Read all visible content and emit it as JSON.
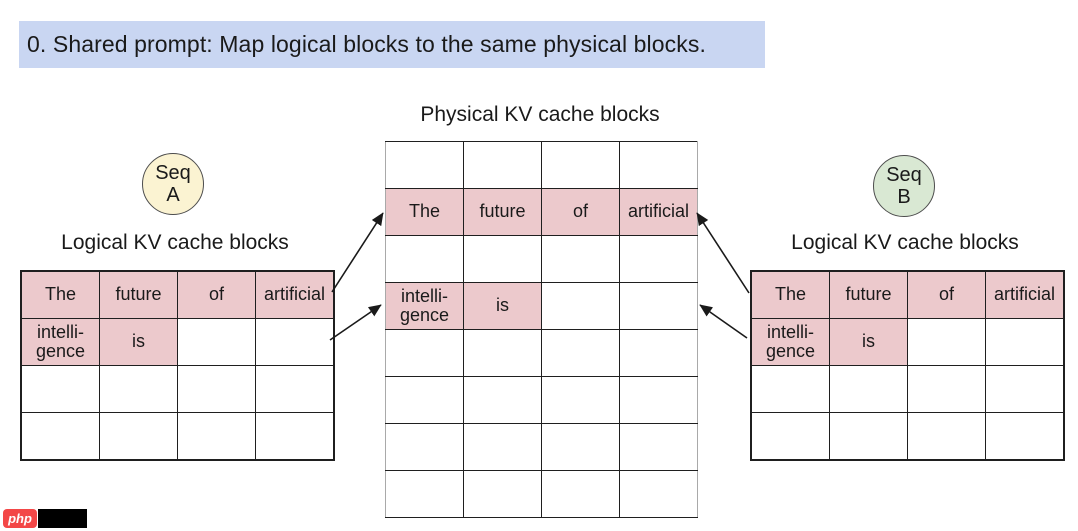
{
  "banner": {
    "text": "0. Shared prompt: Map logical blocks to the same physical blocks."
  },
  "labels": {
    "physical": "Physical KV cache blocks",
    "logical_left": "Logical KV cache blocks",
    "logical_right": "Logical KV cache blocks"
  },
  "seq_a": {
    "line1": "Seq",
    "line2": "A"
  },
  "seq_b": {
    "line1": "Seq",
    "line2": "B"
  },
  "tables": {
    "logical_a": {
      "rows": [
        [
          {
            "t": "The",
            "f": true
          },
          {
            "t": "future",
            "f": true
          },
          {
            "t": "of",
            "f": true
          },
          {
            "t": "artificial",
            "f": true
          }
        ],
        [
          {
            "t": "intelli-\ngence",
            "f": true
          },
          {
            "t": "is",
            "f": true
          },
          {
            "t": "",
            "f": false
          },
          {
            "t": "",
            "f": false
          }
        ],
        [
          {
            "t": "",
            "f": false
          },
          {
            "t": "",
            "f": false
          },
          {
            "t": "",
            "f": false
          },
          {
            "t": "",
            "f": false
          }
        ],
        [
          {
            "t": "",
            "f": false
          },
          {
            "t": "",
            "f": false
          },
          {
            "t": "",
            "f": false
          },
          {
            "t": "",
            "f": false
          }
        ]
      ]
    },
    "physical": {
      "rows": [
        [
          {
            "t": "",
            "f": false
          },
          {
            "t": "",
            "f": false
          },
          {
            "t": "",
            "f": false
          },
          {
            "t": "",
            "f": false
          }
        ],
        [
          {
            "t": "The",
            "f": true
          },
          {
            "t": "future",
            "f": true
          },
          {
            "t": "of",
            "f": true
          },
          {
            "t": "artificial",
            "f": true
          }
        ],
        [
          {
            "t": "",
            "f": false
          },
          {
            "t": "",
            "f": false
          },
          {
            "t": "",
            "f": false
          },
          {
            "t": "",
            "f": false
          }
        ],
        [
          {
            "t": "intelli-\ngence",
            "f": true
          },
          {
            "t": "is",
            "f": true
          },
          {
            "t": "",
            "f": false
          },
          {
            "t": "",
            "f": false
          }
        ],
        [
          {
            "t": "",
            "f": false
          },
          {
            "t": "",
            "f": false
          },
          {
            "t": "",
            "f": false
          },
          {
            "t": "",
            "f": false
          }
        ],
        [
          {
            "t": "",
            "f": false
          },
          {
            "t": "",
            "f": false
          },
          {
            "t": "",
            "f": false
          },
          {
            "t": "",
            "f": false
          }
        ],
        [
          {
            "t": "",
            "f": false
          },
          {
            "t": "",
            "f": false
          },
          {
            "t": "",
            "f": false
          },
          {
            "t": "",
            "f": false
          }
        ],
        [
          {
            "t": "",
            "f": false
          },
          {
            "t": "",
            "f": false
          },
          {
            "t": "",
            "f": false
          },
          {
            "t": "",
            "f": false
          }
        ]
      ]
    },
    "logical_b": {
      "rows": [
        [
          {
            "t": "The",
            "f": true
          },
          {
            "t": "future",
            "f": true
          },
          {
            "t": "of",
            "f": true
          },
          {
            "t": "artificial",
            "f": true
          }
        ],
        [
          {
            "t": "intelli-\ngence",
            "f": true
          },
          {
            "t": "is",
            "f": true
          },
          {
            "t": "",
            "f": false
          },
          {
            "t": "",
            "f": false
          }
        ],
        [
          {
            "t": "",
            "f": false
          },
          {
            "t": "",
            "f": false
          },
          {
            "t": "",
            "f": false
          },
          {
            "t": "",
            "f": false
          }
        ],
        [
          {
            "t": "",
            "f": false
          },
          {
            "t": "",
            "f": false
          },
          {
            "t": "",
            "f": false
          },
          {
            "t": "",
            "f": false
          }
        ]
      ]
    }
  },
  "logo": {
    "brand": "php"
  },
  "colors": {
    "banner_bg": "#c9d6f2",
    "cell_pink": "#ecc9cc",
    "seq_a_bg": "#fbf3d2",
    "seq_b_bg": "#d9e8d3",
    "logo_red": "#f34747",
    "arrow": "#1a1a1a"
  }
}
